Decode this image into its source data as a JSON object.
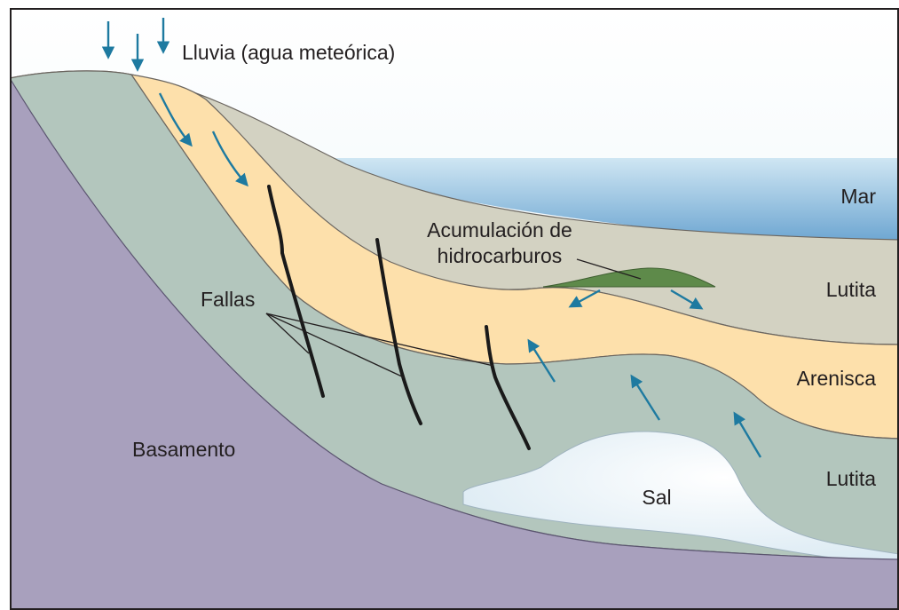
{
  "labels": {
    "rain": "Lluvia (agua meteórica)",
    "sea": "Mar",
    "accumulation_line1": "Acumulación de",
    "accumulation_line2": "hidrocarburos",
    "faults": "Fallas",
    "shale_upper": "Lutita",
    "sandstone": "Arenisca",
    "shale_lower": "Lutita",
    "basement": "Basamento",
    "salt": "Sal"
  },
  "colors": {
    "sky": "#e8f4f8",
    "sea": "#7fb3d8",
    "shale_upper": "#d3d2c2",
    "sandstone": "#fde0ab",
    "shale_lower": "#b3c6bd",
    "basement": "#a8a0bd",
    "salt": "#eaf3f8",
    "hydrocarbon": "#5e8a4a",
    "flow_arrow": "#1e7aa0",
    "fault": "#1a1a1a",
    "frame": "#231f20"
  }
}
